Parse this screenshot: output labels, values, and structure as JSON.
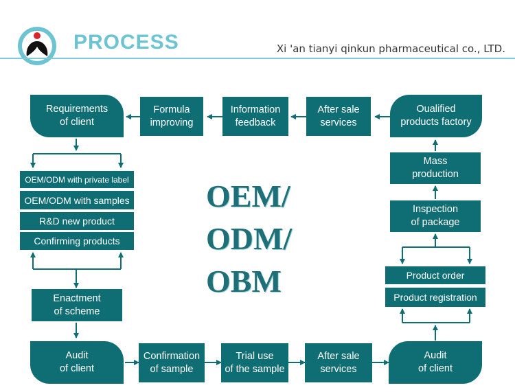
{
  "header": {
    "brand": "PROCESS",
    "company": "Xi 'an tianyi qinkun pharmaceutical co., LTD."
  },
  "colors": {
    "box": "#0f6e74",
    "arrow": "#0f6e74",
    "accent": "#6cc4d2"
  },
  "top_row": {
    "requirements": "Requirements\nof client",
    "formula": "Formula\nimproving",
    "information": "Information\nfeedback",
    "after_sale": "After sale\nservices",
    "qualified": "Oualified\nproducts factory"
  },
  "left_column": {
    "options": [
      "OEM/ODM with private label",
      "OEM/ODM with samples",
      "R&D new product",
      "Confirming products"
    ],
    "enactment": "Enactment\nof scheme"
  },
  "right_column": {
    "mass": "Mass\nproduction",
    "inspection": "Inspection\nof package",
    "options": [
      "Product order",
      "Product registration"
    ]
  },
  "bottom_row": {
    "audit_left": "Audit\nof client",
    "confirmation": "Confirmation\nof sample",
    "trial": "Trial use\nof the sample",
    "after_sale": "After sale\nservices",
    "audit_right": "Audit\nof client"
  },
  "center": {
    "line1": "OEM/",
    "line2": "ODM/",
    "line3": "OBM"
  }
}
